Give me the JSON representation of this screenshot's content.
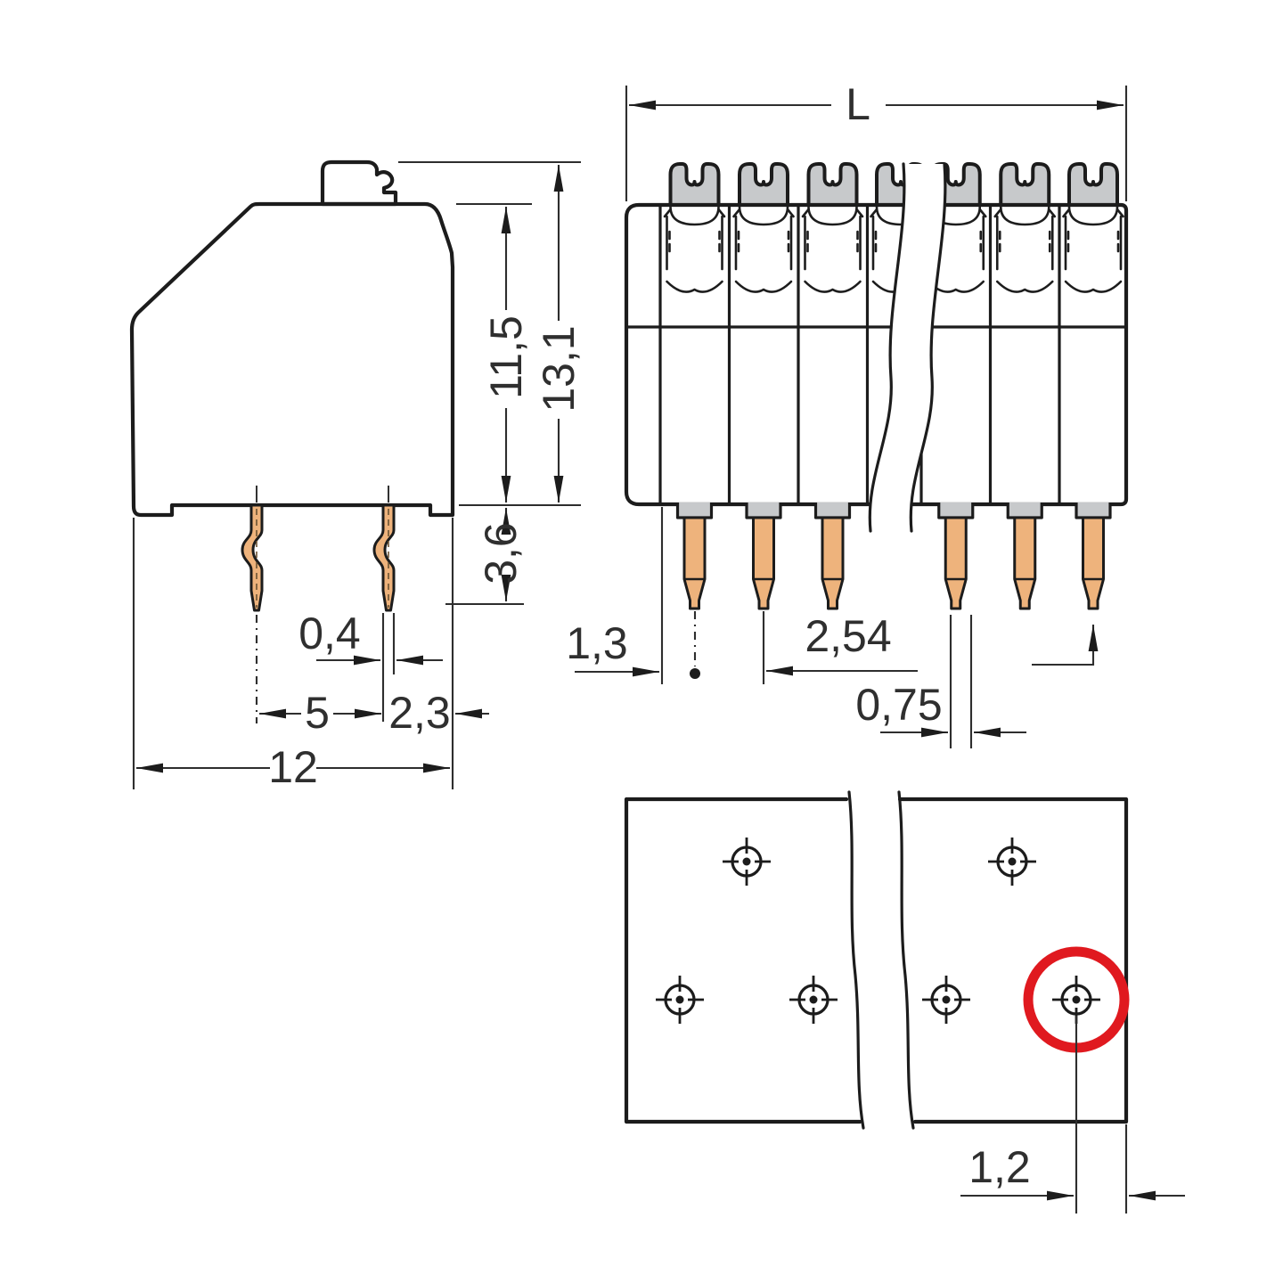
{
  "page": {
    "type": "technical-dimension-drawing",
    "subject": "PCB terminal block with push-buttons: side view, front view and PCB drilling plan"
  },
  "dimensions": {
    "side_view": {
      "pin_thickness": "0,4",
      "pin_spacing": "5",
      "pin_to_edge": "2,3",
      "depth": "12",
      "housing_height": "11,5",
      "total_height": "13,1",
      "pin_length_below": "3,6"
    },
    "front_view": {
      "overall_length": "L",
      "first_pole_offset": "1,3",
      "pin_pitch": "2,54",
      "pin_width": "0,75"
    },
    "pcb_plan": {
      "hole_to_board_edge": "1,2"
    }
  },
  "colors": {
    "housing_gray": "#c7c9cb",
    "pin_copper": "#eeb37c",
    "outline_black": "#1c1c1c",
    "highlight_red": "#e0191f",
    "dimension_gray": "#2e2e2e",
    "background": "#ffffff"
  }
}
